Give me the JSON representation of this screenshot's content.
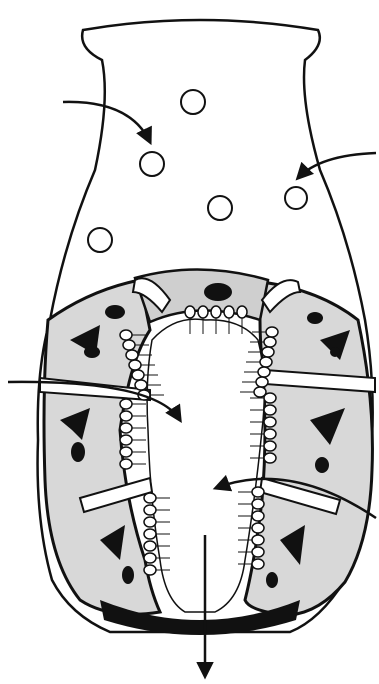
{
  "figure": {
    "ink_color": "#111111",
    "paper_color": "#ffffff",
    "particles": [
      {
        "name": "particle-1"
      },
      {
        "name": "particle-2"
      },
      {
        "name": "particle-3"
      },
      {
        "name": "particle-4"
      },
      {
        "name": "particle-5"
      }
    ],
    "arrows": [
      {
        "name": "inflow-arrow-upper-left"
      },
      {
        "name": "inflow-arrow-upper-right"
      },
      {
        "name": "inflow-arrow-middle-left"
      },
      {
        "name": "inflow-arrow-lower-right"
      },
      {
        "name": "outflow-arrow-bottom"
      }
    ],
    "cells_per_row": 7
  }
}
